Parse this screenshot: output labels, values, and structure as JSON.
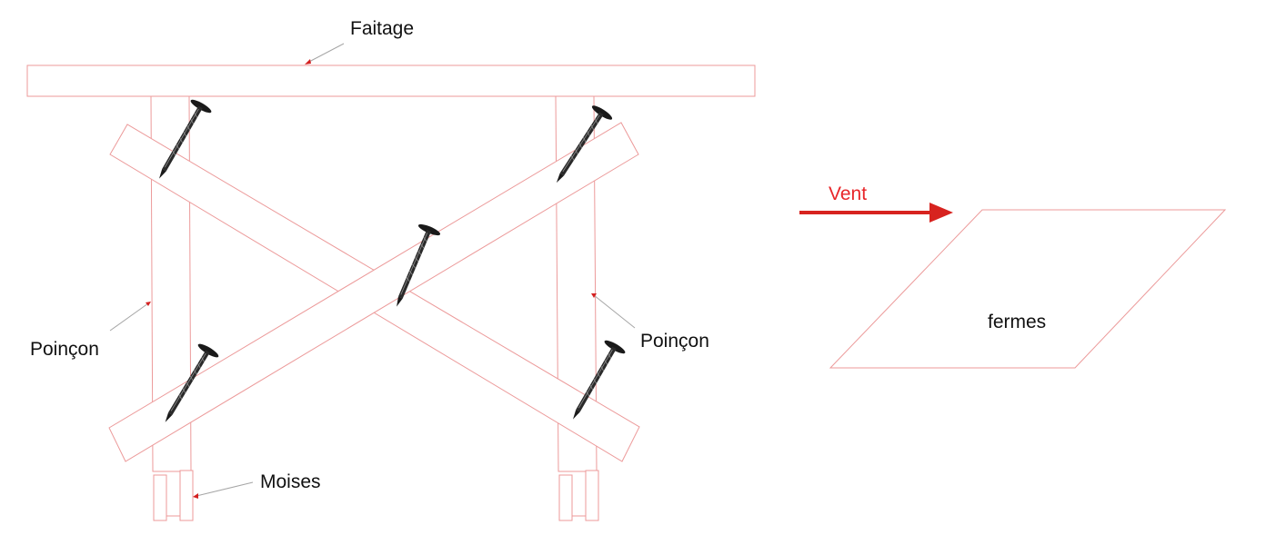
{
  "labels": {
    "faitage": "Faitage",
    "poincon_left": "Poinçon",
    "poincon_right": "Poinçon",
    "moises": "Moises",
    "vent": "Vent",
    "fermes": "fermes"
  },
  "colors": {
    "wood_outline": "#ec9a9a",
    "leader_line": "#a6a6a6",
    "wind_arrow": "#d7231f",
    "label_text": "#111111",
    "nail": "#1a1a1a"
  },
  "icons": {
    "nail": "nail-icon",
    "wind": "wind-arrow-icon"
  }
}
